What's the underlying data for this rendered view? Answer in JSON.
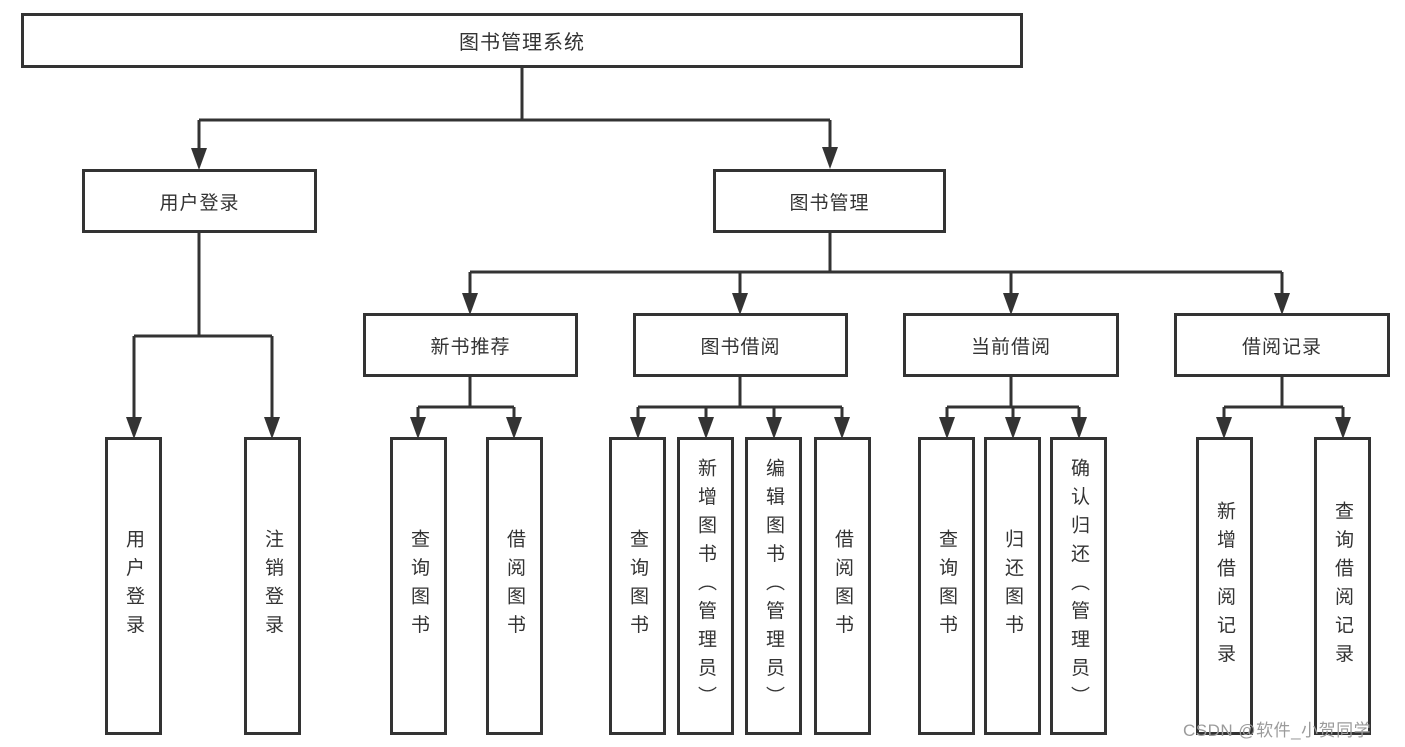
{
  "diagram": {
    "root": {
      "label": "图书管理系统"
    },
    "level2": [
      {
        "label": "用户登录"
      },
      {
        "label": "图书管理"
      }
    ],
    "level3": [
      {
        "label": "新书推荐"
      },
      {
        "label": "图书借阅"
      },
      {
        "label": "当前借阅"
      },
      {
        "label": "借阅记录"
      }
    ],
    "leaves": {
      "user_login": [
        "用户登录",
        "注销登录"
      ],
      "new_book_recommend": [
        "查询图书",
        "借阅图书"
      ],
      "book_borrow": [
        "查询图书",
        "新增图书（管理员）",
        "编辑图书（管理员）",
        "借阅图书"
      ],
      "current_borrow": [
        "查询图书",
        "归还图书",
        "确认归还（管理员）"
      ],
      "borrow_records": [
        "新增借阅记录",
        "查询借阅记录"
      ]
    }
  },
  "watermark": "CSDN @软件_小贺同学",
  "colors": {
    "line": "#333333",
    "text": "#333333",
    "background": "#ffffff",
    "watermark": "#9b9b9b"
  }
}
